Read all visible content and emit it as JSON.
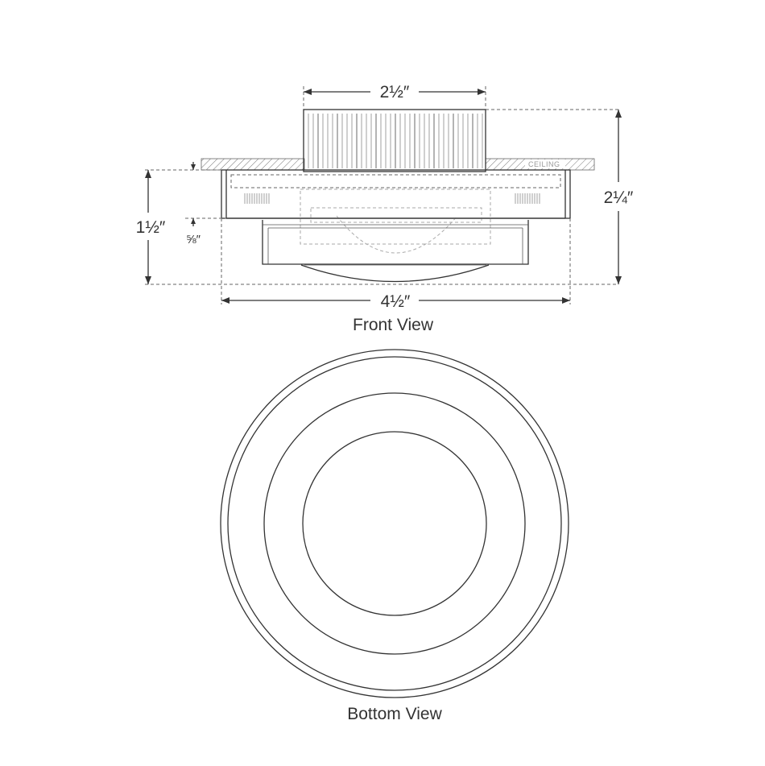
{
  "dimensions": {
    "top_width": "2½″",
    "overall_height": "2¼″",
    "canopy_height": "1½″",
    "lens_drop": "⅝″",
    "overall_width": "4½″"
  },
  "ceiling_label": "CEILING",
  "views": {
    "front": "Front View",
    "bottom": "Bottom View"
  }
}
